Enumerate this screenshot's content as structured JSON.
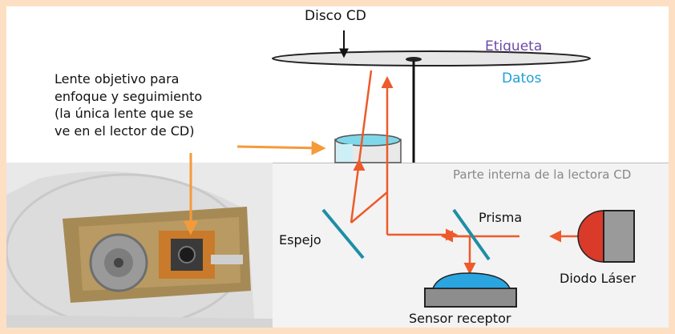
{
  "labels": {
    "disc": "Disco CD",
    "label_side": "Etiqueta",
    "data_side": "Datos",
    "objective_lens": [
      "Lente objetivo para",
      "enfoque y seguimiento",
      "(la única lente que se",
      "ve en el lector de CD)"
    ],
    "internal_part": "Parte interna de la lectora CD",
    "mirror": "Espejo",
    "prism": "Prisma",
    "laser_diode": "Diodo Láser",
    "sensor": "Sensor receptor"
  },
  "colors": {
    "background": "#fde0c4",
    "beam": "#ee5a2a",
    "callout_arrow": "#f59a3a",
    "label_side": "#6b4aa8",
    "data_side": "#1fa0d6",
    "mirror": "#1e8ea6",
    "diode": "#d93a2a",
    "lens": "#7fd7ea",
    "sensor_dome": "#2aa5e0"
  },
  "icons": [
    "cd-disc-icon",
    "lens-icon",
    "mirror-icon",
    "prism-icon",
    "laser-diode-icon",
    "sensor-icon",
    "drive-photo"
  ]
}
